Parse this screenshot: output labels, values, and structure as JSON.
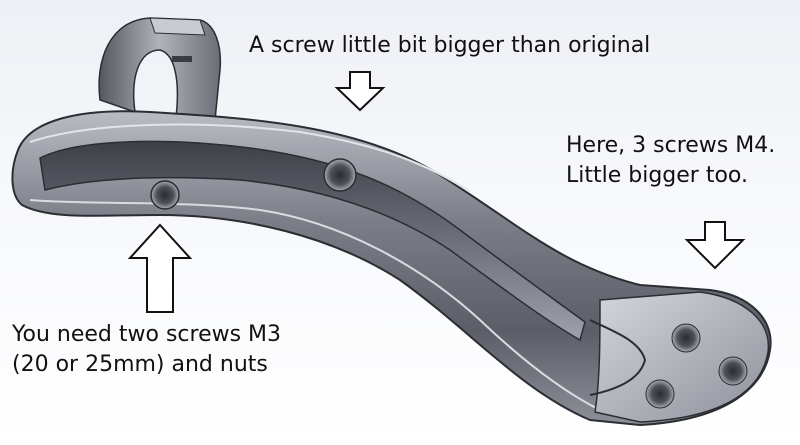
{
  "annotations": {
    "top_screw": "A screw little bit bigger than original",
    "right_screws_line1": "Here, 3 screws M4.",
    "right_screws_line2": "Little bigger too.",
    "bottom_screws_line1": "You need two screws M3",
    "bottom_screws_line2": "(20 or 25mm) and nuts"
  },
  "colors": {
    "part_dark": "#5a5d66",
    "part_mid": "#8a8d96",
    "part_light": "#c4c6cc",
    "edge": "#2b2d33",
    "background": "#f2f3f7"
  }
}
